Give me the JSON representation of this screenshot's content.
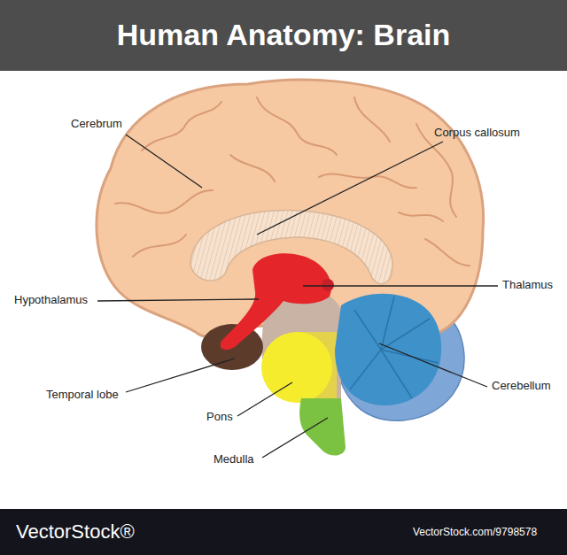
{
  "diagram": {
    "title": "Human Anatomy: Brain",
    "labels": [
      "Cerebrum",
      "Corpus callosum",
      "Hypothalamus",
      "Thalamus",
      "Temporal lobe",
      "Cerebellum",
      "Pons",
      "Medulla",
      "VectorStock®",
      "VectorStock.com/9798578"
    ]
  }
}
